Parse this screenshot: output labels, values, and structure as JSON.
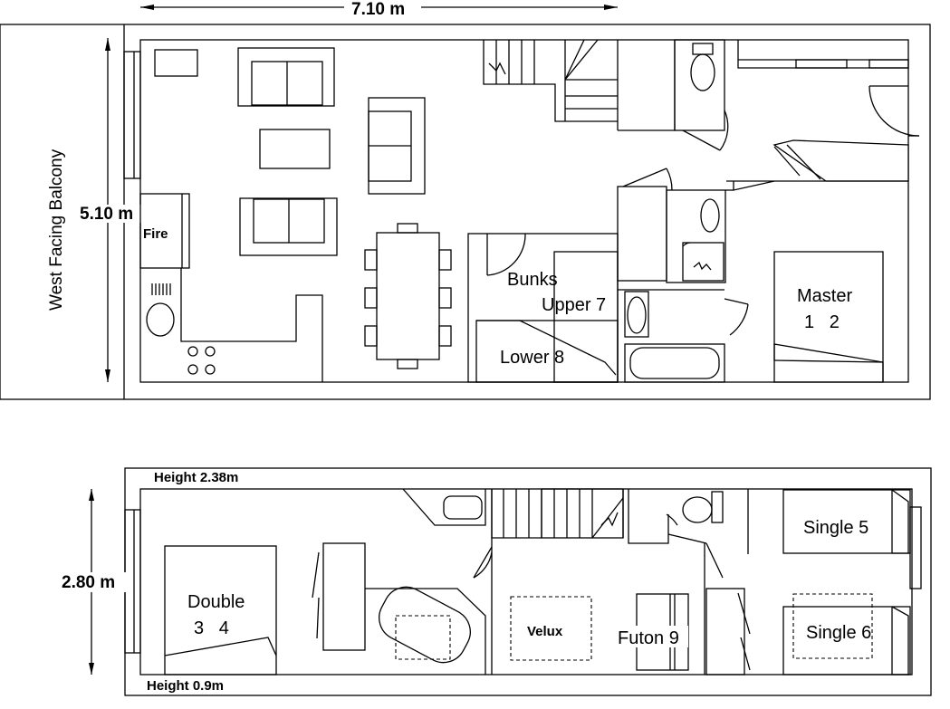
{
  "dimensions": {
    "width_label": "7.10 m",
    "depth_label": "5.10 m",
    "upper_depth_label": "2.80 m"
  },
  "balcony": {
    "label": "West Facing Balcony"
  },
  "ground_floor": {
    "fire_label": "Fire",
    "bunks_label": "Bunks",
    "upper_bunk_label": "Upper 7",
    "lower_bunk_label": "Lower 8",
    "master_label": "Master",
    "master_beds_label": "1   2"
  },
  "upper_floor": {
    "height_top_label": "Height 2.38m",
    "height_bottom_label": "Height 0.9m",
    "double_label": "Double",
    "double_beds_label": "3   4",
    "velux_label": "Velux",
    "futon_label": "Futon 9",
    "single5_label": "Single 5",
    "single6_label": "Single 6"
  }
}
